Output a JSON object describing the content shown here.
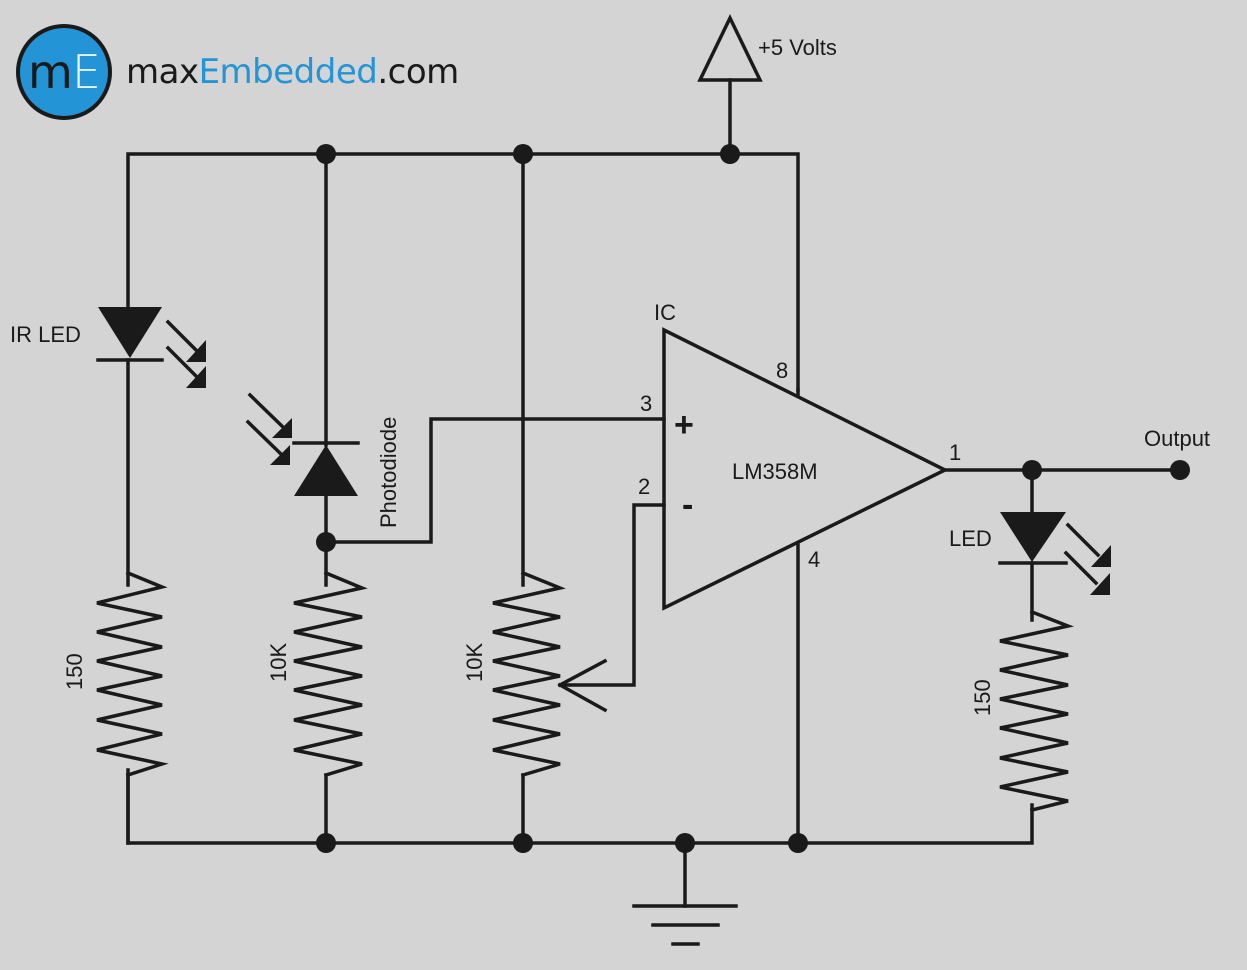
{
  "logo": {
    "badge_m": "m",
    "badge_e": "E",
    "name_prefix": "max",
    "name_brand": "Embedded",
    "name_suffix": ".com",
    "brand_color": "#2394d6"
  },
  "diagram": {
    "supply_label": "+5 Volts",
    "ic_label": "IC",
    "ic_part": "LM358M",
    "pins": {
      "noninv": "3",
      "inv": "2",
      "vcc": "8",
      "gnd": "4",
      "out": "1"
    },
    "plus_sign": "+",
    "minus_sign": "-",
    "ir_led_label": "IR LED",
    "photodiode_label": "Photodiode",
    "led_label": "LED",
    "output_label": "Output",
    "r1_value": "150",
    "r2_value": "10K",
    "pot_value": "10K",
    "r4_value": "150"
  }
}
